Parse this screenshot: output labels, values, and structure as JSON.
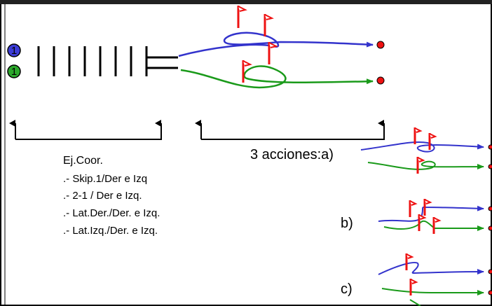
{
  "players": [
    {
      "number": "1",
      "color": "#3b3bd6"
    },
    {
      "number": "1",
      "color": "#2ca82c"
    }
  ],
  "left_section": {
    "title": "Ej.Coor.",
    "items": [
      ".- Skip.1/Der e Izq",
      ".- 2-1 / Der e Izq.",
      ".- Lat.Der./Der. e Izq.",
      ".- Lat.Izq./Der. e Izq."
    ]
  },
  "right_section": {
    "title": "3 acciones:a)",
    "option_b": "b)",
    "option_c": "c)"
  },
  "colors": {
    "blue_path": "#3333cc",
    "green_path": "#1a9a1a",
    "flag": "#ee1111",
    "target": "#ee1111",
    "border": "#000000",
    "top_bar": "#222222"
  }
}
